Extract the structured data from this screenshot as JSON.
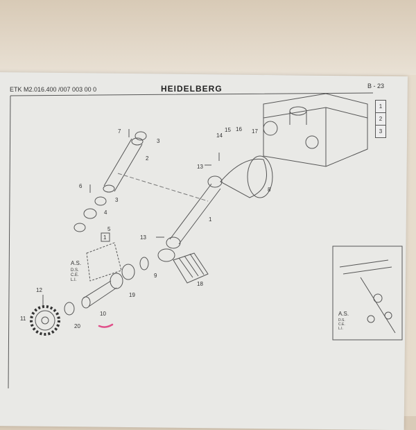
{
  "header": {
    "catalog_code": "ETK M2.016.400 /007 003 00 0",
    "brand_logo": "HEIDELBERG",
    "page_id": "B - 23"
  },
  "section_tabs": [
    "1",
    "2",
    "3"
  ],
  "part_labels": [
    "7",
    "3",
    "2",
    "6",
    "3",
    "4",
    "5",
    "1",
    "14",
    "15",
    "16",
    "17",
    "13",
    "8",
    "1",
    "13",
    "9",
    "18",
    "19",
    "12",
    "11",
    "20",
    "10"
  ],
  "legend": {
    "title": "A.S.",
    "lines": [
      "D.S.",
      "C.E.",
      "L.I."
    ]
  },
  "inset_legend": {
    "title": "A.S.",
    "lines": [
      "D.S.",
      "C.E.",
      "L.I."
    ]
  },
  "colors": {
    "paper": "#e9e9e6",
    "ink": "#333333",
    "marker": "#e0508a"
  }
}
